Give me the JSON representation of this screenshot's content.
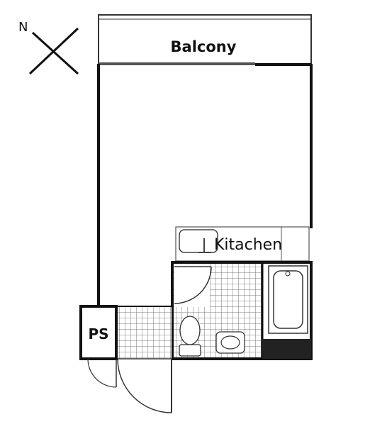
{
  "compass": {
    "label": "N"
  },
  "rooms": {
    "balcony": "Balcony",
    "kitchen": "Kitachen",
    "ps": "PS"
  }
}
